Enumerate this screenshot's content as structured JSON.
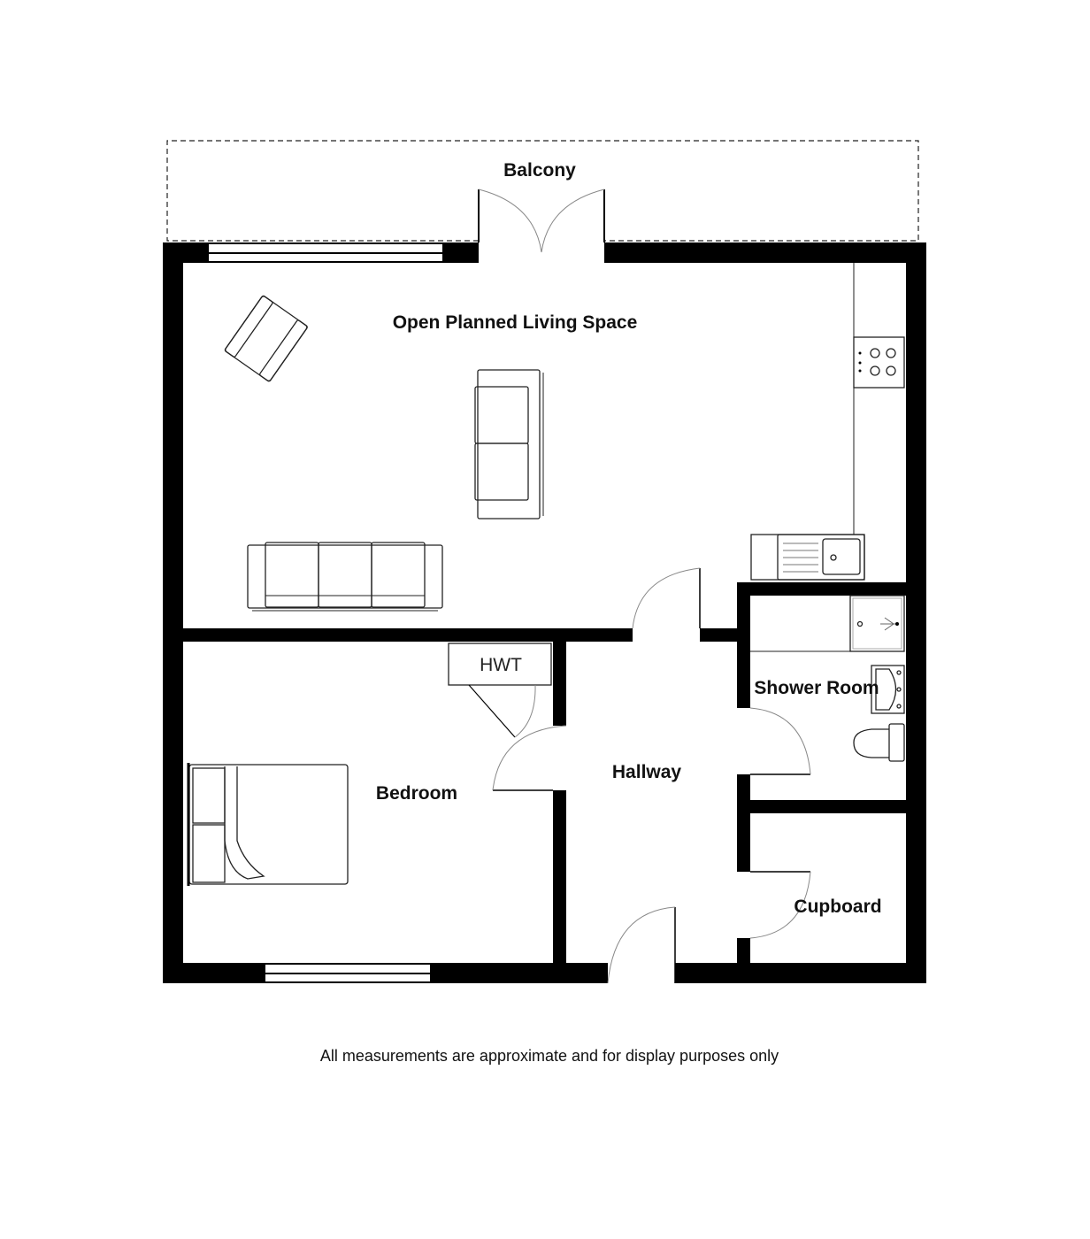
{
  "plan": {
    "rooms": {
      "balcony": "Balcony",
      "living": "Open Planned Living Space",
      "hwt": "HWT",
      "shower_room": "Shower Room",
      "hallway": "Hallway",
      "bedroom": "Bedroom",
      "cupboard": "Cupboard"
    },
    "footer_note": "All measurements are approximate and for display purposes only",
    "colors": {
      "wall": "#000000",
      "background": "#ffffff",
      "door_swing": "#888888"
    }
  }
}
